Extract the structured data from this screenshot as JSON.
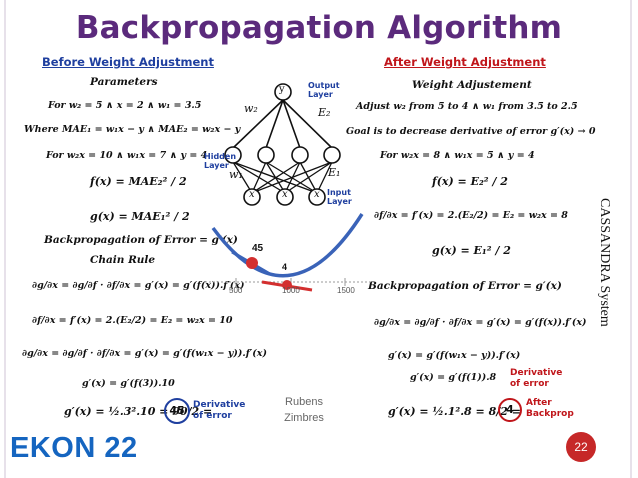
{
  "title": "Backpropagation Algorithm",
  "left": {
    "heading": "Before Weight Adjustment",
    "params_heading": "Parameters",
    "eq1": "For w₂ = 5 ∧ x = 2 ∧ w₁ = 3.5",
    "eq2": "Where MAE₁ = w₁x − y ∧ MAE₂ = w₂x − y",
    "eq3": "For w₂x = 10 ∧ w₁x = 7 ∧ y = 4",
    "eq4": "f(x) = MAE₂² / 2",
    "eq5": "g(x) = MAE₁² / 2",
    "backprop": "Backpropagation of Error = g′(x)",
    "chain_rule": "Chain Rule",
    "eq6": "∂g/∂x = ∂g/∂f · ∂f/∂x = g′(x) = g′(f(x)).f′(x)",
    "eq7": "∂f/∂x = f′(x) = 2.(E₂/2) = E₂ = w₂x = 10",
    "eq8": "∂g/∂x = ∂g/∂f · ∂f/∂x = g′(x) = g′(f(w₁x − y)).f′(x)",
    "eq9": "g′(x) = g′(f(3)).10",
    "eq10": "g′(x) = ½.3².10 = 90/2 =",
    "result": "45",
    "result_label_1": "Derivative",
    "result_label_2": "of error"
  },
  "right": {
    "heading": "After Weight Adjustment",
    "wa_heading": "Weight Adjustement",
    "eq1": "Adjust w₂ from 5 to 4 ∧ w₁ from 3.5 to 2.5",
    "eq2": "Goal is to decrease derivative of error g′(x) → 0",
    "eq3": "For w₂x = 8 ∧ w₁x = 5 ∧ y = 4",
    "eq4": "f(x) = E₂² / 2",
    "eq5": "∂f/∂x = f′(x) = 2.(E₂/2) = E₂ = w₂x = 8",
    "eq6": "g(x) = E₁² / 2",
    "backprop": "Backpropagation of Error = g′(x)",
    "eq7": "∂g/∂x = ∂g/∂f · ∂f/∂x = g′(x) = g′(f(x)).f′(x)",
    "eq8": "g′(x) = g′(f(w₁x − y)).f′(x)",
    "eq9": "g′(x) = g′(f(1)).8",
    "eq9_note_1": "Derivative",
    "eq9_note_2": "of error",
    "eq10": "g′(x) = ½.1².8 = 8/2 =",
    "result": "4",
    "result_label_1": "After",
    "result_label_2": "Backprop"
  },
  "network": {
    "output_node": "y",
    "output_label_1": "Output",
    "output_label_2": "Layer",
    "hidden_label_1": "Hidden",
    "hidden_label_2": "Layer",
    "input_label_1": "Input",
    "input_label_2": "Layer",
    "input_nodes": [
      "x",
      "x",
      "x"
    ],
    "w2": "w₂",
    "w1": "w₁",
    "e2": "E₂",
    "e1": "E₁"
  },
  "curve": {
    "ticks": [
      "500",
      "1000",
      "1500"
    ],
    "point_left_label": "45",
    "point_mid_label": "4"
  },
  "side_label": "CASSANDRA System",
  "credit_1": "Rubens",
  "credit_2": "Zimbres",
  "logo": "EKON 22",
  "page_number": "22",
  "colors": {
    "title": "#5b2a7c",
    "left_heading": "#1f3f9f",
    "right_heading": "#c0161b",
    "curve": "#3a63b8",
    "marker_red": "#d32f2f",
    "logo": "#1565c0",
    "badge": "#c62828"
  }
}
